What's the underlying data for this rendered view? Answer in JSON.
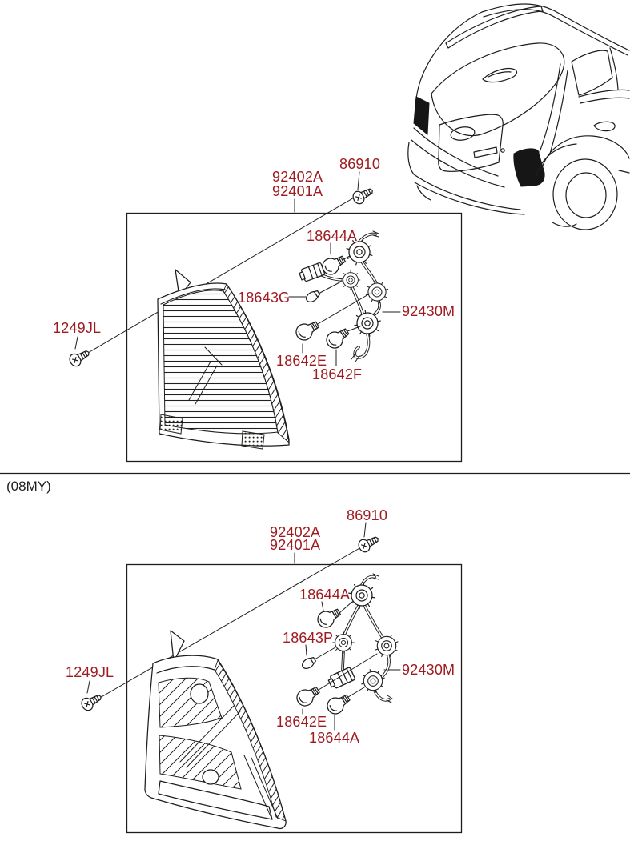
{
  "colors": {
    "label_red": "#9E1B20",
    "line": "#1D1D1B",
    "background": "#FFFFFF"
  },
  "top_diagram": {
    "labels": {
      "screw_outer": "86910",
      "lamp_rh": "92402A",
      "lamp_lh": "92401A",
      "bulb_upper": "18644A",
      "bulb_wedge": "18643G",
      "holder_wiring": "92430M",
      "bulb_lower_left": "18642E",
      "bulb_lower_right": "18642F",
      "screw_tapping": "1249JL"
    }
  },
  "bottom_diagram": {
    "section_note": "(08MY)",
    "labels": {
      "screw_outer": "86910",
      "lamp_rh": "92402A",
      "lamp_lh": "92401A",
      "bulb_upper": "18644A",
      "bulb_wedge": "18643P",
      "holder_wiring": "92430M",
      "bulb_lower_left": "18642E",
      "bulb_lower_right": "18644A",
      "screw_tapping": "1249JL"
    }
  }
}
